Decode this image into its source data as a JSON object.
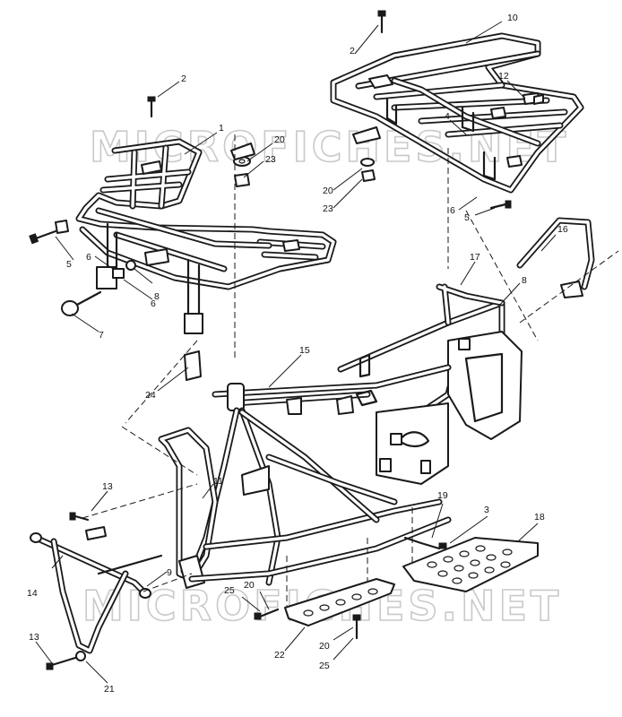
{
  "diagram": {
    "watermark_text": "MICROFICHES.NET",
    "callouts": {
      "c1": "1",
      "c2a": "2",
      "c2b": "2",
      "c3": "3",
      "c4": "4",
      "c5a": "5",
      "c5b": "5",
      "c6a": "6",
      "c6b": "6",
      "c6c": "6",
      "c7": "7",
      "c8a": "8",
      "c8b": "8",
      "c9": "9",
      "c10": "10",
      "c11": "11",
      "c12": "12",
      "c13a": "13",
      "c13b": "13",
      "c14": "14",
      "c15": "15",
      "c16": "16",
      "c17": "17",
      "c18": "18",
      "c19": "19",
      "c20a": "20",
      "c20b": "20",
      "c20c": "20",
      "c20d": "20",
      "c21": "21",
      "c22": "22",
      "c23a": "23",
      "c23b": "23",
      "c24": "24",
      "c25a": "25",
      "c25b": "25"
    }
  }
}
